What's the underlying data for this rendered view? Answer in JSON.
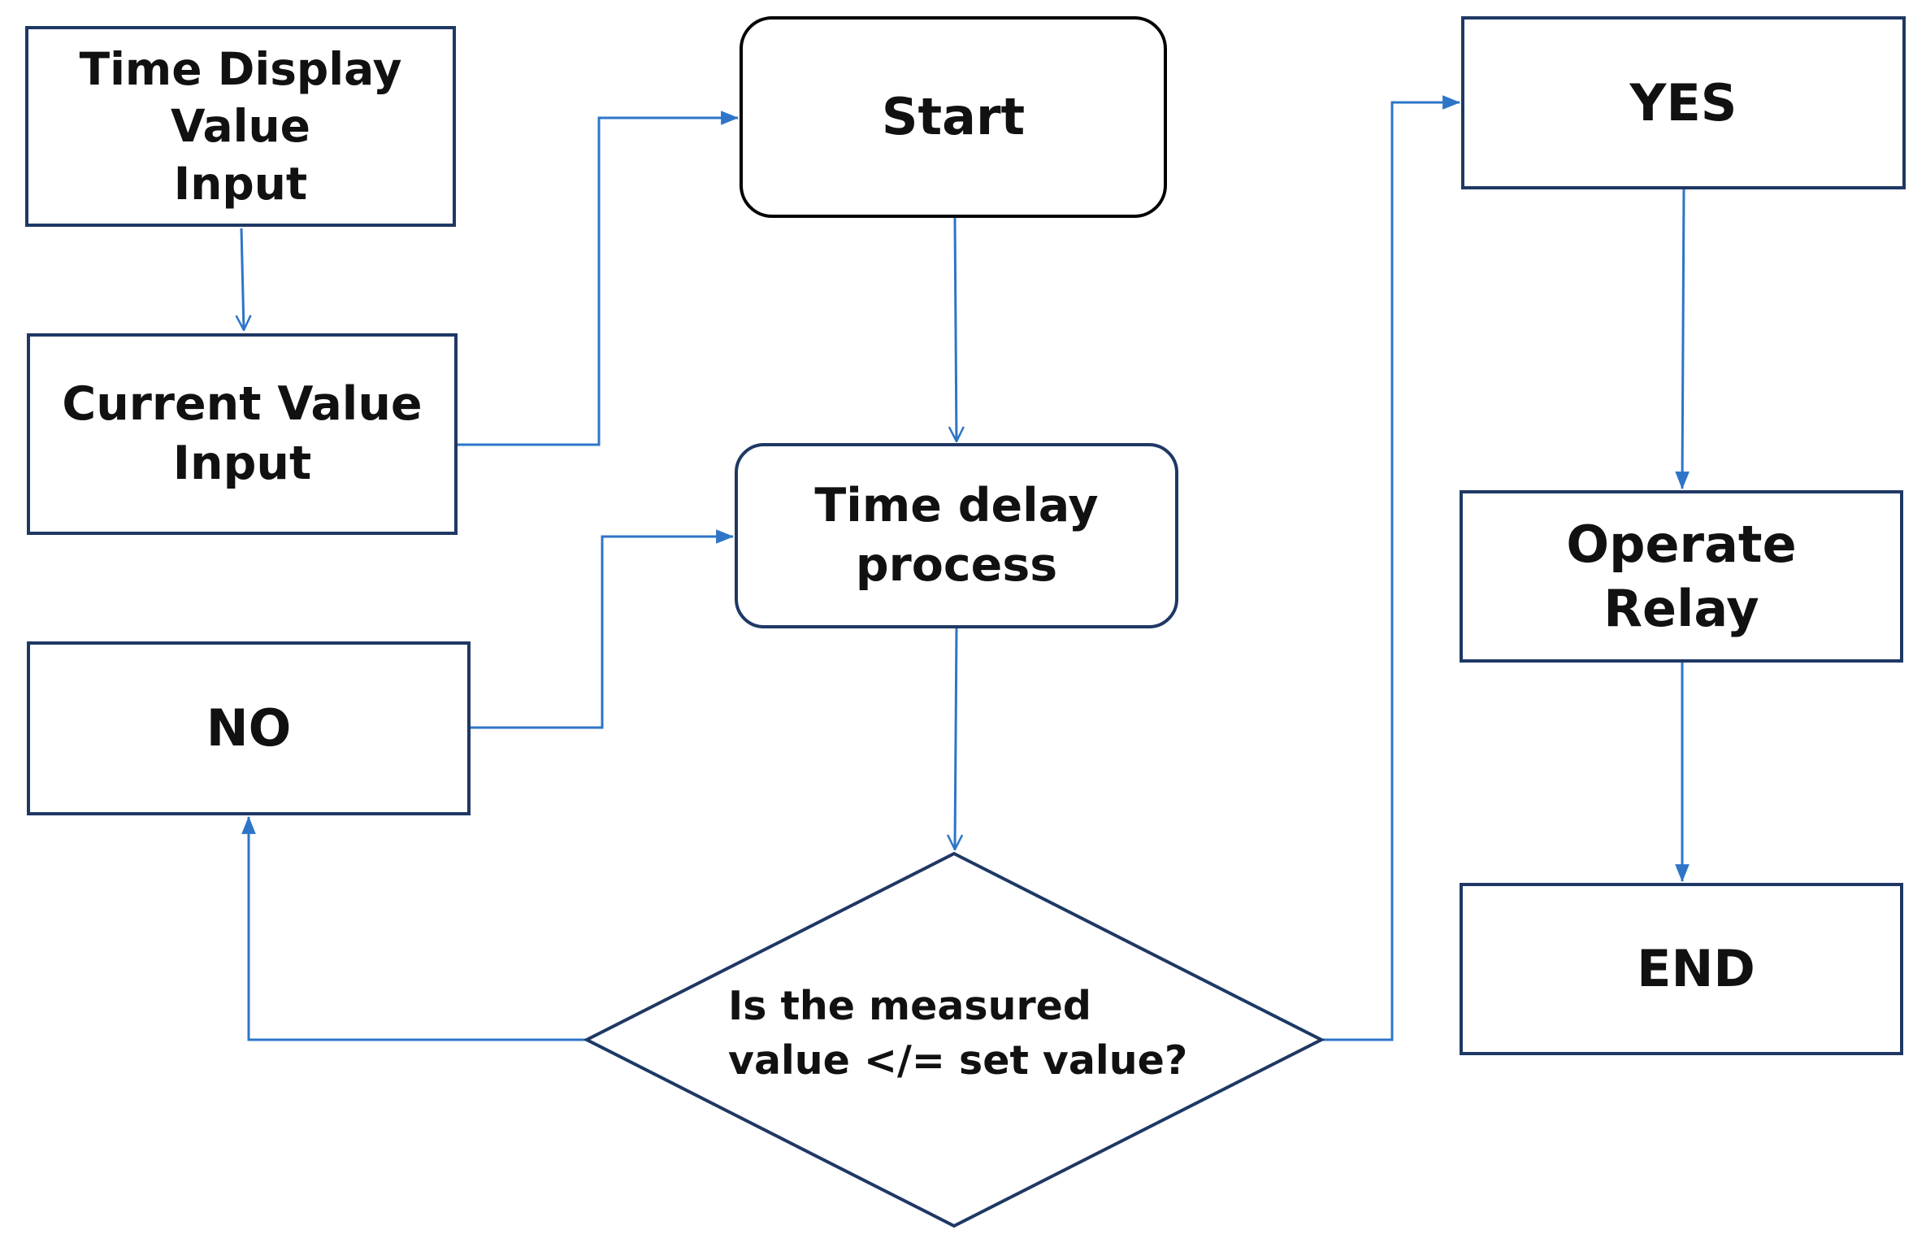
{
  "nodes": {
    "time_display_input": {
      "label": "Time Display\nValue\nInput"
    },
    "current_value_input": {
      "label": "Current Value\nInput"
    },
    "no": {
      "label": "NO"
    },
    "start": {
      "label": "Start"
    },
    "time_delay_process": {
      "label": "Time delay\nprocess"
    },
    "decision": {
      "label": "Is the measured\nvalue </= set value?"
    },
    "yes": {
      "label": "YES"
    },
    "operate_relay": {
      "label": "Operate\nRelay"
    },
    "end": {
      "label": "END"
    }
  },
  "colors": {
    "connector": "#2e75c8",
    "box_border": "#1f3864",
    "start_border": "#000000",
    "text": "#111111"
  }
}
